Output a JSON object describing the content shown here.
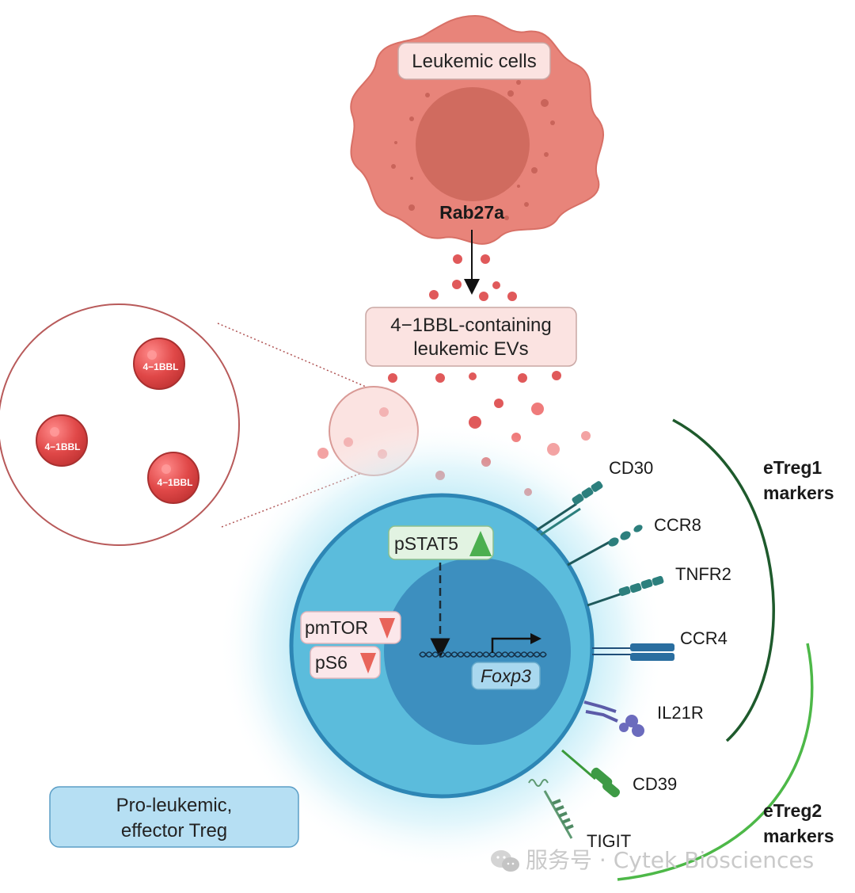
{
  "leukemic_cell": {
    "label": "Leukemic cells",
    "gene": "Rab27a"
  },
  "evs": {
    "label_line1": "4−1BBL-containing",
    "label_line2": "leukemic EVs"
  },
  "zoom": {
    "ev_label": "4−1BBL"
  },
  "treg_cell": {
    "label_line1": "Pro-leukemic,",
    "label_line2": "effector Treg",
    "pstat5": "pSTAT5",
    "pmtor": "pmTOR",
    "ps6": "pS6",
    "gene": "Foxp3"
  },
  "markers": {
    "cd30": "CD30",
    "ccr8": "CCR8",
    "tnfr2": "TNFR2",
    "ccr4": "CCR4",
    "il21r": "IL21R",
    "cd39": "CD39",
    "tigit": "TIGIT"
  },
  "groups": {
    "etreg1_line1": "eTreg1",
    "etreg1_line2": "markers",
    "etreg2_line1": "eTreg2",
    "etreg2_line2": "markers"
  },
  "watermark": {
    "text": "服务号 · Cytek Biosciences"
  },
  "colors": {
    "leukemic_cell": "#e8847a",
    "leukemic_nucleus": "#d06b5f",
    "ev_red": "#d94a4a",
    "treg_cell": "#5bbcdc",
    "treg_nucleus": "#3d8fbf",
    "etreg1_arc": "#1e5a2c",
    "etreg2_arc": "#4db848",
    "up_arrow": "#4caf50",
    "down_arrow": "#e8645a"
  },
  "icons": {
    "watermark_icon": "wechat-icon"
  }
}
